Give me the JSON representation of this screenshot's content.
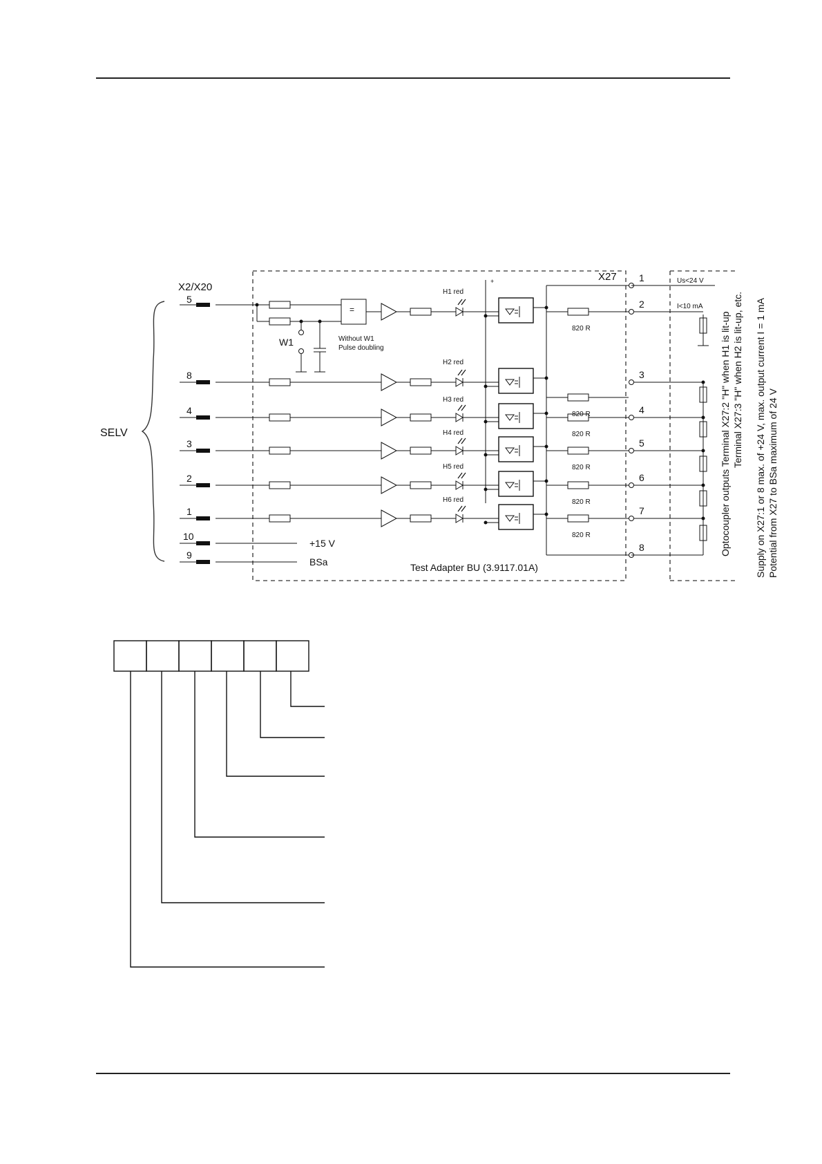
{
  "schematic": {
    "connector_label": "X2/X20",
    "output_connector": "X27",
    "group_label": "SELV",
    "adapter_label": "Test Adapter BU (3.9117.01A)",
    "w1_label": "W1",
    "w1_note_line1": "Without W1",
    "w1_note_line2": "Pulse doubling",
    "gate_symbol": "=",
    "plus_symbol": "+",
    "inputs": [
      {
        "pin": "5"
      },
      {
        "pin": "8"
      },
      {
        "pin": "4"
      },
      {
        "pin": "3"
      },
      {
        "pin": "2"
      },
      {
        "pin": "1"
      }
    ],
    "supply_inputs": [
      {
        "pin": "10",
        "label": "+15 V"
      },
      {
        "pin": "9",
        "label": "BSa"
      }
    ],
    "leds": [
      "H1 red",
      "H2 red",
      "H3 red",
      "H4 red",
      "H5 red",
      "H6 red"
    ],
    "resistor_value": "820 R",
    "outputs": [
      "1",
      "2",
      "3",
      "4",
      "5",
      "6",
      "7",
      "8"
    ],
    "load_labels": {
      "voltage": "Us<24 V",
      "current": "I<10 mA"
    },
    "notes": [
      "Optocoupler outputs  Terminal X27:2 \"H\" when H1 is lit-up",
      "Terminal X27:3 \"H\" when H2 is lit-up, etc.",
      "Supply on X27:1 or 8 max. of +24 V, max. output current I = 1 mA",
      "Potential from X27 to BSa maximum of 24 V"
    ]
  },
  "type_code": {
    "boxes": [
      "",
      "",
      "",
      "",
      "",
      ""
    ]
  }
}
